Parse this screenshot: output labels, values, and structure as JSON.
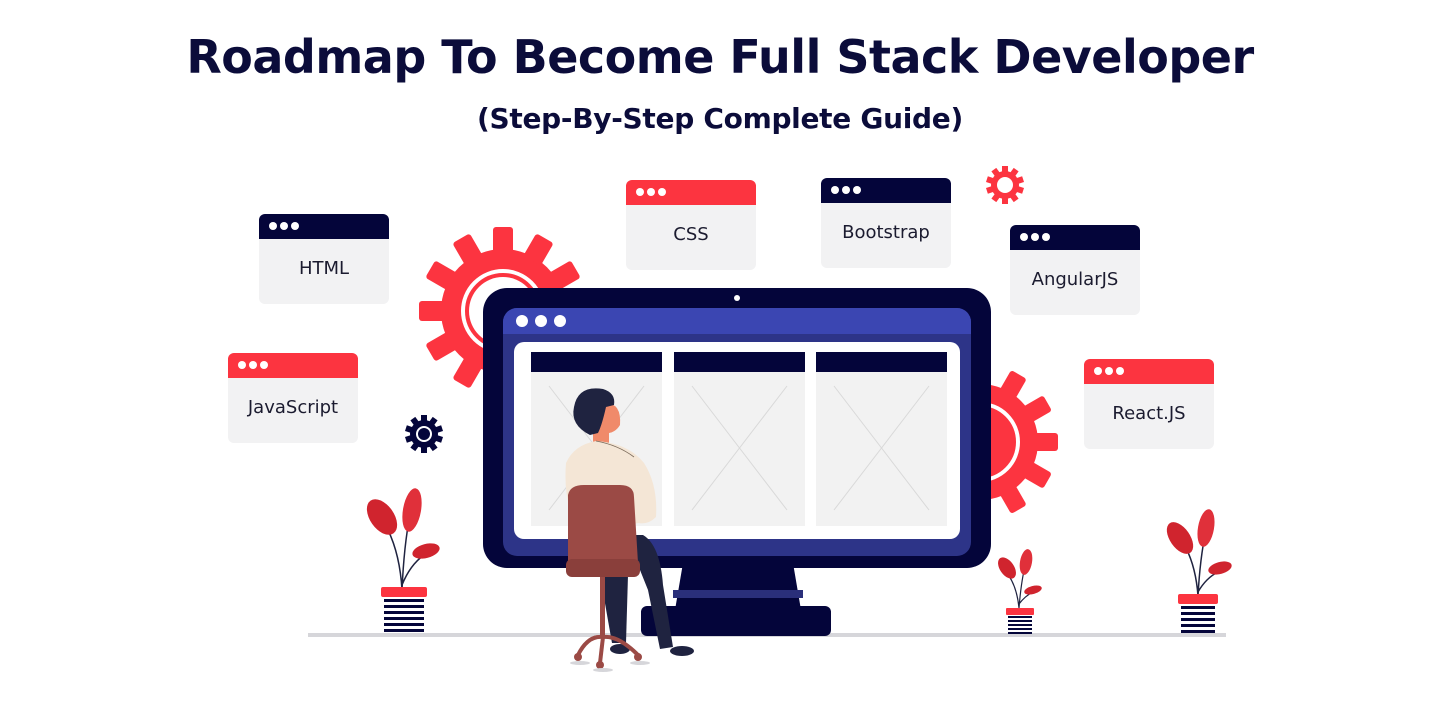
{
  "header": {
    "title": "Roadmap To Become Full Stack Developer",
    "subtitle": "(Step-By-Step Complete Guide)"
  },
  "cards": [
    {
      "label": "HTML",
      "bar_color": "dark"
    },
    {
      "label": "JavaScript",
      "bar_color": "red"
    },
    {
      "label": "CSS",
      "bar_color": "red"
    },
    {
      "label": "Bootstrap",
      "bar_color": "dark"
    },
    {
      "label": "AngularJS",
      "bar_color": "dark"
    },
    {
      "label": "React.JS",
      "bar_color": "red"
    }
  ],
  "icons": [
    "gear-icon",
    "monitor-icon",
    "person-icon",
    "chair-icon",
    "plant-icon"
  ],
  "colors": {
    "navy": "#04053a",
    "red": "#fc3440",
    "screen_blue": "#3b46b2",
    "card_bg": "#f2f2f3",
    "chair": "#9b4a45",
    "shirt": "#f4e6d6"
  }
}
